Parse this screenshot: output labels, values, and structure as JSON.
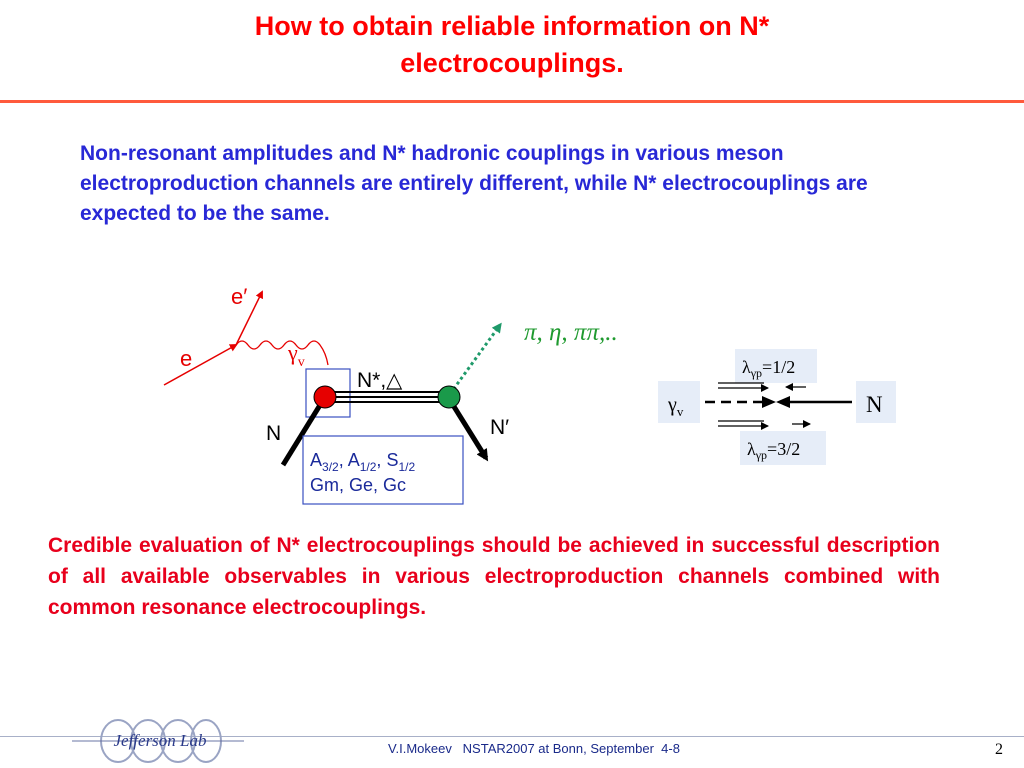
{
  "slide": {
    "title_line1": "How to obtain reliable information on N*",
    "title_line2": "electrocouplings.",
    "intro_text": "Non-resonant amplitudes and N* hadronic couplings in various meson electroproduction channels are entirely different, while N* electrocouplings are expected to be the same.",
    "conclusion_text": "Credible evaluation of N* electrocouplings should be achieved in successful description of all available observables in various electroproduction channels combined with common resonance electrocouplings."
  },
  "diagram": {
    "e_prime": "e′",
    "e": "e",
    "gamma": "γ",
    "gamma_sub": "v",
    "n_in": "N",
    "n_out": "N′",
    "resonance": "N*,△",
    "products": "π, η, ππ,..",
    "couplings_box": {
      "a32": "A",
      "a32_sub": "3/2",
      "a12": "A",
      "a12_sub": "1/2",
      "s12": "S",
      "s12_sub": "1/2",
      "line2": "Gm, Ge, Gc"
    }
  },
  "helicity": {
    "gamma": "γ",
    "gamma_sub": "v",
    "nucleon": "N",
    "lambda_top": "λ",
    "lambda_top_sub": "γp",
    "lambda_top_val": "=1/2",
    "lambda_bottom": "λ",
    "lambda_bottom_sub": "γp",
    "lambda_bottom_val": "=3/2"
  },
  "footer": {
    "logo_text": "Jefferson Lab",
    "text": "V.I.Mokeev   NSTAR2007 at Bonn, September  4-8",
    "page_number": "2"
  },
  "colors": {
    "title": "#ff0000",
    "intro": "#2828d6",
    "conclusion": "#e8001c",
    "products": "#1f9a2f",
    "vertex_red": "#e60000",
    "vertex_green": "#1a9a4a",
    "box_fill": "#e6edf8"
  }
}
